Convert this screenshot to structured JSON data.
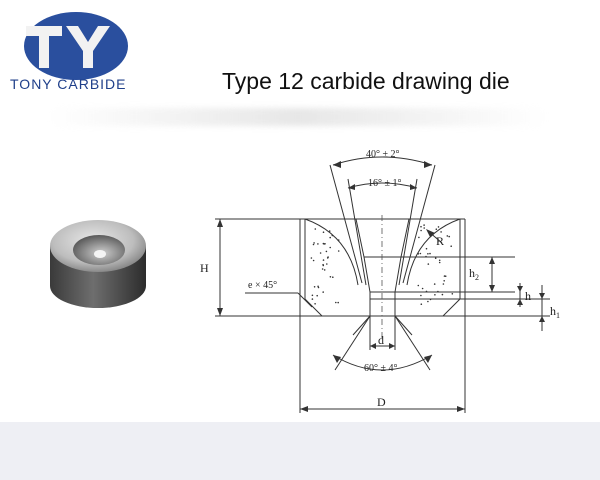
{
  "logo": {
    "letters": "TY",
    "text": "TONY CARBIDE"
  },
  "title": "Type 12 carbide drawing die",
  "diagram": {
    "labels": {
      "outer_angle": "40° ± 2°",
      "inner_angle": "16° ± 1°",
      "radius": "R",
      "height": "H",
      "chamfer": "e × 45°",
      "h2": "h",
      "h2_sub": "2",
      "h": "h",
      "h1": "h",
      "h1_sub": "1",
      "bore": "d",
      "exit_angle": "60° ± 4°",
      "diameter": "D"
    }
  },
  "colors": {
    "brand_blue": "#2a4f9e",
    "logo_text": "#1f3f8a",
    "line": "#333333"
  }
}
